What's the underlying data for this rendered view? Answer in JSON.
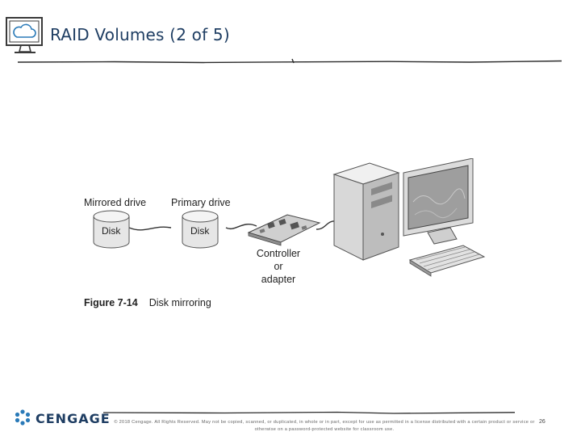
{
  "header": {
    "title": "RAID Volumes (2 of 5)"
  },
  "figure": {
    "mirrored_drive_label": "Mirrored drive",
    "primary_drive_label": "Primary drive",
    "disk_label_1": "Disk",
    "disk_label_2": "Disk",
    "controller_lines": [
      "Controller",
      "or",
      "adapter"
    ],
    "caption_number": "Figure 7-14",
    "caption_text": "Disk mirroring"
  },
  "footer": {
    "logo_text": "CENGAGE",
    "copyright": "© 2018 Cengage. All Rights Reserved. May not be copied, scanned, or duplicated, in whole or in part, except for use as permitted in a license distributed with a certain product or service or otherwise on a password-protected website for classroom use.",
    "page_number": "26"
  },
  "colors": {
    "title": "#1f3e63",
    "accent_blue": "#2a7ab8",
    "icon_stroke": "#3a3a3a"
  }
}
